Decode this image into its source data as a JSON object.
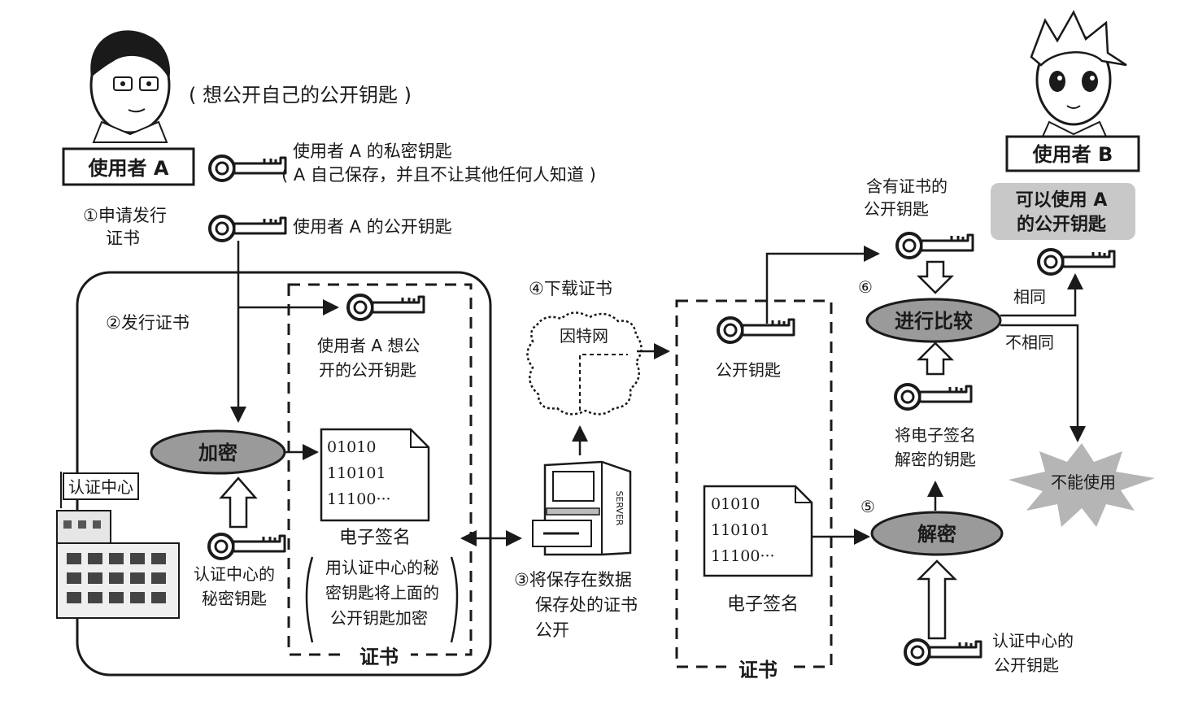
{
  "user_a": {
    "label": "使用者 A",
    "thought": "( 想公开自己的公开钥匙 )",
    "private_key_title": "使用者 A 的私密钥匙",
    "private_key_note": "( A 自己保存，并且不让其他任何人知道 )",
    "public_key_label": "使用者 A 的公开钥匙"
  },
  "user_b": {
    "label": "使用者 B",
    "can_use_line1": "可以使用 A",
    "can_use_line2": "的公开钥匙"
  },
  "steps": {
    "s1_line1": "①申请发行",
    "s1_line2": "证书",
    "s2": "②发行证书",
    "s3_line1": "③将保存在数据",
    "s3_line2": "保存处的证书",
    "s3_line3": "公开",
    "s4": "④下载证书",
    "s5": "⑤",
    "s6": "⑥"
  },
  "certificate_left": {
    "pubkey_line1": "使用者 A 想公",
    "pubkey_line2": "开的公开钥匙",
    "doc_line1": "01010",
    "doc_line2": "110101",
    "doc_line3": "11100···",
    "signature_label": "电子签名",
    "sig_note_line1": "用认证中心的秘",
    "sig_note_line2": "密钥匙将上面的",
    "sig_note_line3": "公开钥匙加密",
    "title": "证书"
  },
  "ca": {
    "sign_text": "认证中心",
    "secret_key_line1": "认证中心的",
    "secret_key_line2": "秘密钥匙",
    "encrypt": "加密"
  },
  "internet": {
    "label": "因特网"
  },
  "server": {
    "side_label": "SERVER"
  },
  "certificate_right": {
    "pubkey_label": "公开钥匙",
    "doc_line1": "01010",
    "doc_line2": "110101",
    "doc_line3": "11100···",
    "signature_label": "电子签名",
    "title": "证书"
  },
  "verify": {
    "cert_key_line1": "含有证书的",
    "cert_key_line2": "公开钥匙",
    "compare": "进行比较",
    "decrypt_key_line1": "将电子签名",
    "decrypt_key_line2": "解密的钥匙",
    "decrypt": "解密",
    "ca_pubkey_line1": "认证中心的",
    "ca_pubkey_line2": "公开钥匙",
    "same": "相同",
    "not_same": "不相同",
    "cannot_use": "不能使用"
  },
  "colors": {
    "ink": "#1a1a1a",
    "ellipse_fill": "#9a9a9a",
    "badge_fill": "#c8c8c8",
    "burst_fill": "#b5b5b5",
    "paper": "#ffffff"
  }
}
